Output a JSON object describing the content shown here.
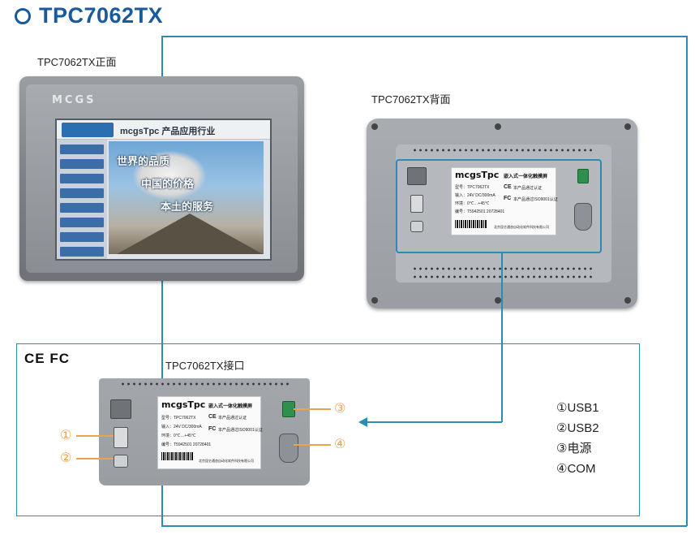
{
  "title": "TPC7062TX",
  "captions": {
    "front": "TPC7062TX正面",
    "back": "TPC7062TX背面",
    "interface": "TPC7062TX接口"
  },
  "front_device": {
    "brand_logo": "MCGS",
    "screen_brand": "mcgsTpc 产品应用行业",
    "screen_slogan": [
      "世界的品质",
      "中国的价格",
      "本土的服务"
    ]
  },
  "product_label": {
    "brand": "mcgsTpc",
    "tagline": "嵌入式一体化触摸屏",
    "model": "型号：TPC7062TX",
    "input": "输入：24V DC/300mA",
    "env": "环境：0℃…+45℃",
    "serial": "编号：T5942501 20728401",
    "cert1": "本产品通过认证",
    "cert2": "本产品通过ISO9001认证",
    "ce_mark": "CE",
    "fc_mark": "FC",
    "maker": "北京昆仑通态自动化软件科技有限公司"
  },
  "cert_marks": "CE FC",
  "callouts": [
    "①",
    "②",
    "③",
    "④"
  ],
  "legend": [
    "①USB1",
    "②USB2",
    "③电源",
    "④COM"
  ],
  "colors": {
    "title": "#1a5a9c",
    "frame": "#2d8bb3",
    "callout": "#f0a24a"
  }
}
